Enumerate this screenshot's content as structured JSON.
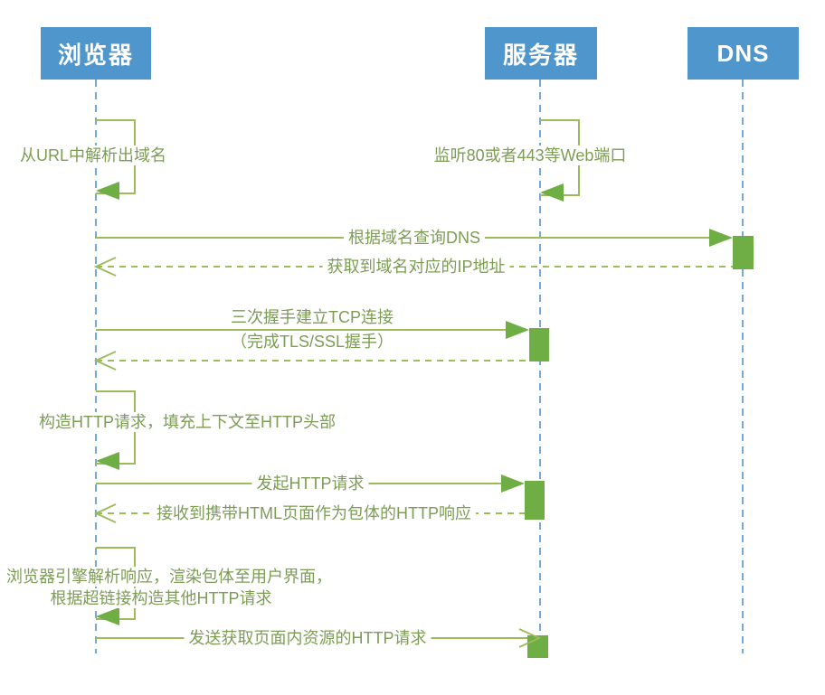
{
  "actors": [
    {
      "id": "browser",
      "label": "浏览器"
    },
    {
      "id": "server",
      "label": "服务器"
    },
    {
      "id": "dns",
      "label": "DNS"
    }
  ],
  "messages": [
    {
      "type": "self",
      "actor": "browser",
      "label": "从URL中解析出域名"
    },
    {
      "type": "self",
      "actor": "server",
      "label": "监听80或者443等Web端口"
    },
    {
      "type": "solid",
      "from": "browser",
      "to": "dns",
      "label": "根据域名查询DNS"
    },
    {
      "type": "dashed-return",
      "from": "dns",
      "to": "browser",
      "label": "获取到域名对应的IP地址"
    },
    {
      "type": "solid",
      "from": "browser",
      "to": "server",
      "label": "三次握手建立TCP连接",
      "label2": "（完成TLS/SSL握手）"
    },
    {
      "type": "dashed-return",
      "from": "server",
      "to": "browser",
      "label": ""
    },
    {
      "type": "self",
      "actor": "browser",
      "label": "构造HTTP请求，填充上下文至HTTP头部"
    },
    {
      "type": "solid",
      "from": "browser",
      "to": "server",
      "label": "发起HTTP请求"
    },
    {
      "type": "dashed-return",
      "from": "server",
      "to": "browser",
      "label": "接收到携带HTML页面作为包体的HTTP响应"
    },
    {
      "type": "self",
      "actor": "browser",
      "label": "浏览器引擎解析响应，渲染包体至用户界面，",
      "label2": "根据超链接构造其他HTTP请求"
    },
    {
      "type": "solid-open",
      "from": "browser",
      "to": "server",
      "label": "发送获取页面内资源的HTTP请求"
    }
  ],
  "colors": {
    "actor_fill": "#4e96cb",
    "lifeline": "#74a9d8",
    "message_line": "#9cbb5b",
    "message_text": "#7d9c55",
    "activation": "#6fae45"
  }
}
